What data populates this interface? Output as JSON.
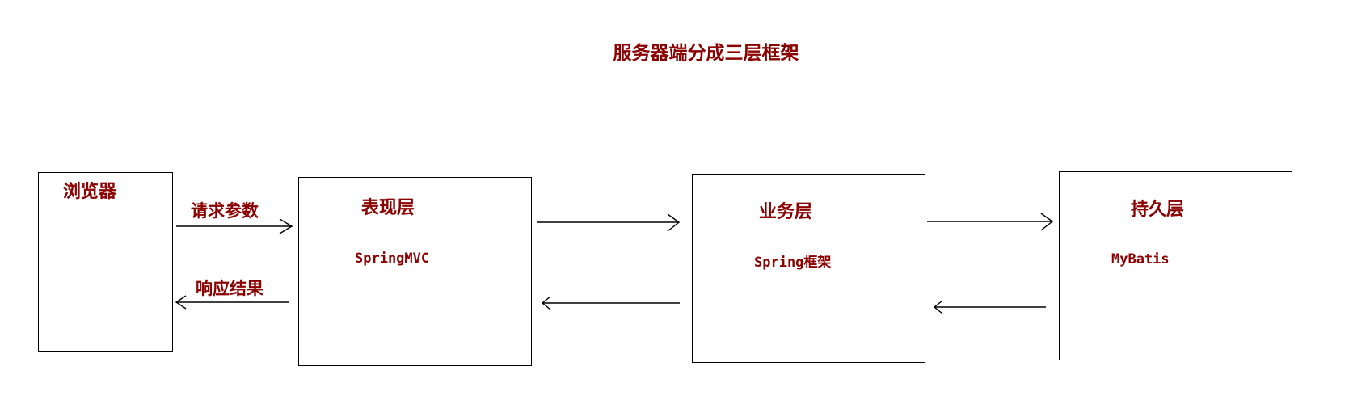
{
  "diagram": {
    "title": "服务器端分成三层框架",
    "browser": {
      "label": "浏览器"
    },
    "presentation": {
      "label": "表现层",
      "framework": "SpringMVC"
    },
    "business": {
      "label": "业务层",
      "framework": "Spring框架"
    },
    "persistence": {
      "label": "持久层",
      "framework": "MyBatis"
    },
    "request_label": "请求参数",
    "response_label": "响应结果",
    "colors": {
      "text": "#8b0000",
      "line": "#000000"
    }
  }
}
